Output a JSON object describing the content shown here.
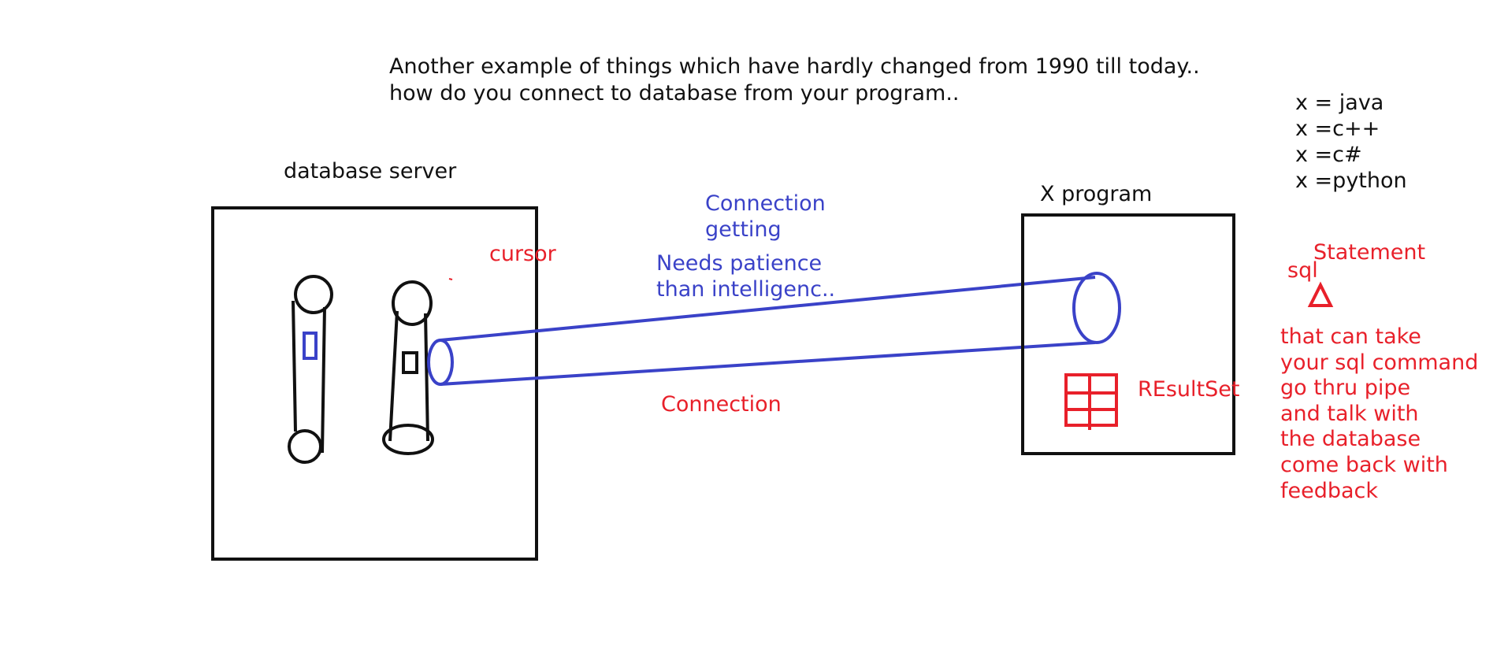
{
  "header": {
    "line1": "Another example of things which have hardly changed from 1990 till today..",
    "line2": "how do you connect to database from your program.."
  },
  "languages": [
    "x = java",
    "x =c++",
    "x =c#",
    "x =python"
  ],
  "labels": {
    "database_server": "database server",
    "x_program": "X program",
    "cursor": "cursor",
    "connection_getting_1": "Connection",
    "connection_getting_2": "getting",
    "patience_1": "Needs patience",
    "patience_2": "than intelligenc..",
    "connection": "Connection",
    "resultset": "REsultSet",
    "sql": "sql",
    "statement": "Statement"
  },
  "statement_notes": [
    "that can take",
    "your sql command",
    "go thru pipe",
    "and talk with",
    "the database",
    "come back with",
    "feedback"
  ],
  "colors": {
    "ink": "#111111",
    "blue": "#3a42c8",
    "red": "#e8202a"
  }
}
